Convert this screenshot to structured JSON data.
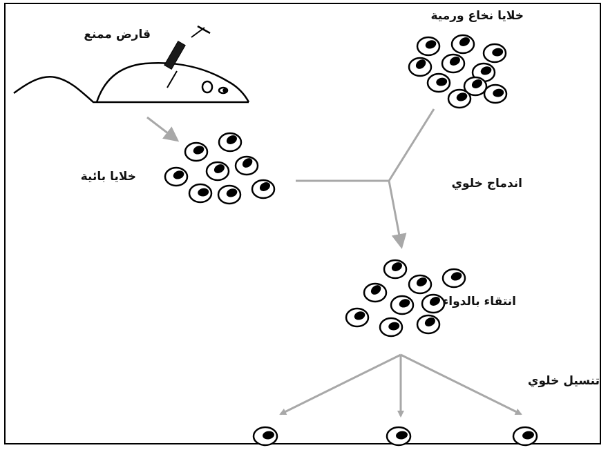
{
  "labels": {
    "immunized_rodent": "قارض ممنع",
    "myeloma_cells": "خلايا نخاع ورمية",
    "b_cells": "خلايا بائية",
    "cell_fusion": "اندماج خلوي",
    "drug_selection": "انتقاء بالدواء",
    "cell_cloning": "تنسيل خلوي"
  },
  "colors": {
    "arrow": "#a8a8a8",
    "line": "#000000",
    "nucleus": "#000000"
  }
}
